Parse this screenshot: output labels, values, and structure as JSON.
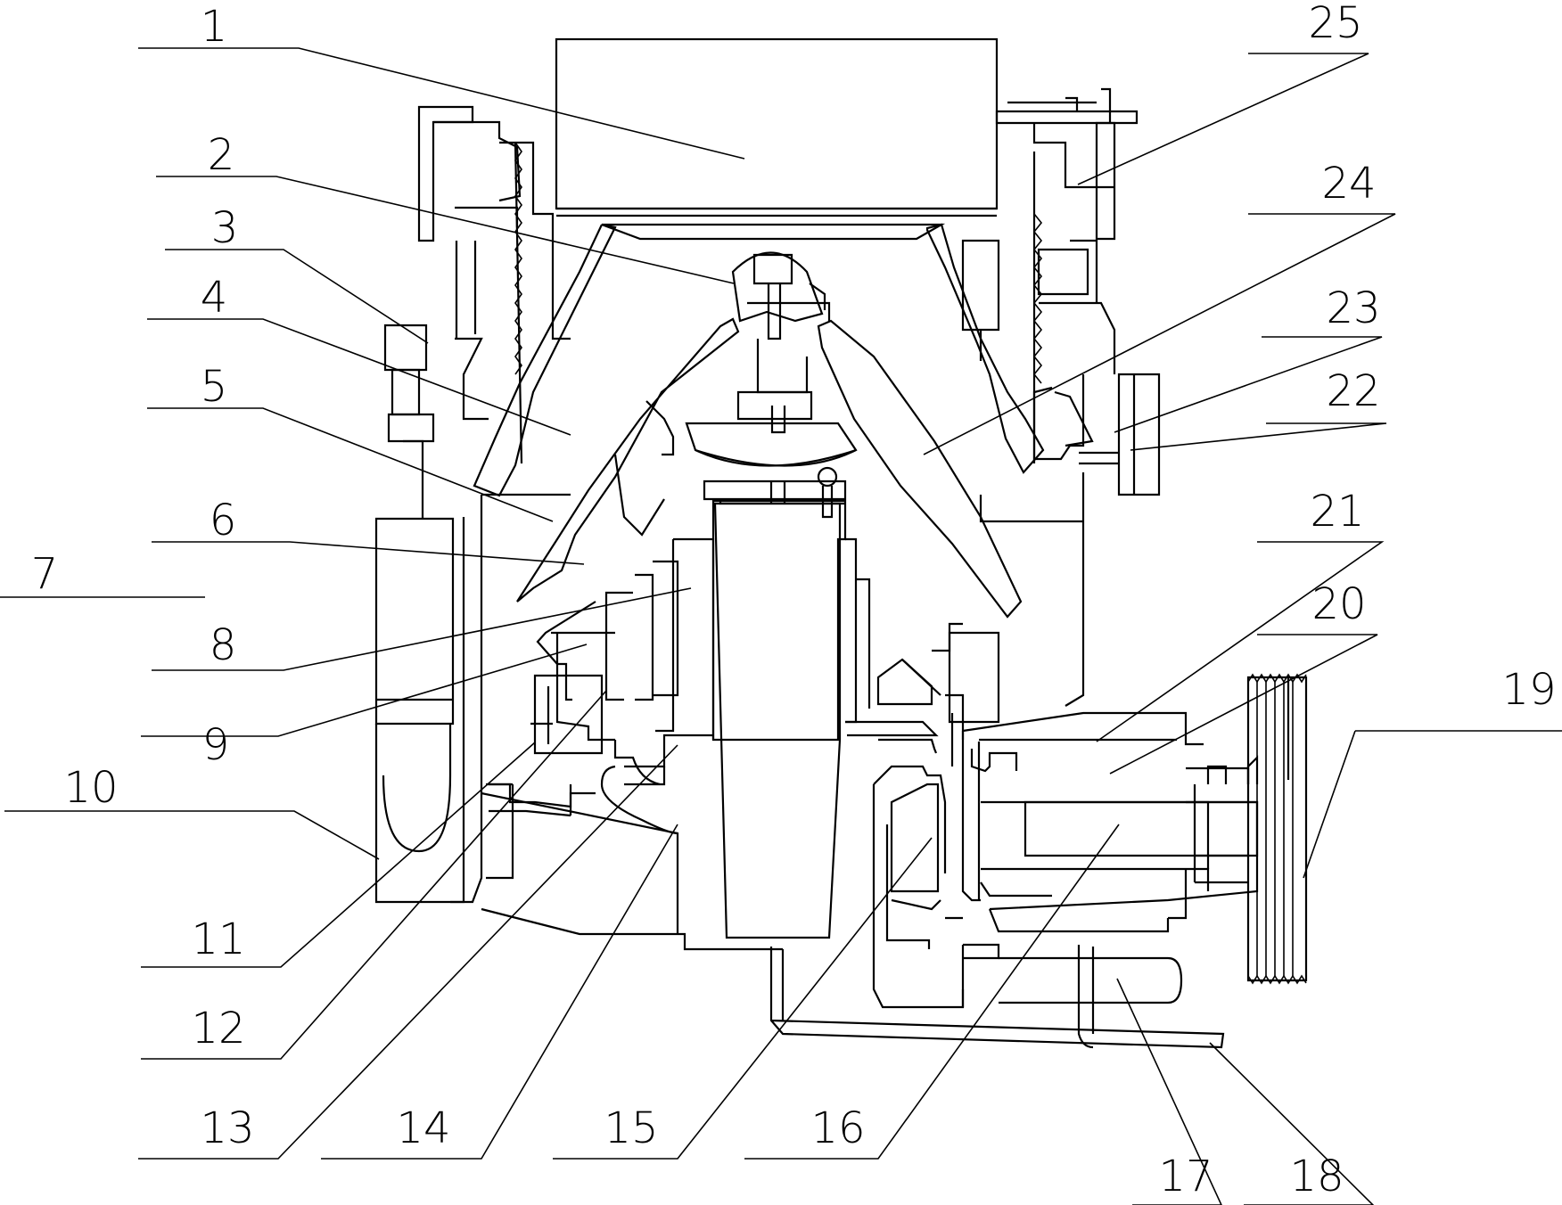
{
  "figure": {
    "labels": [
      "1",
      "2",
      "3",
      "4",
      "5",
      "6",
      "7",
      "8",
      "9",
      "10",
      "11",
      "12",
      "13",
      "14",
      "15",
      "16",
      "17",
      "18",
      "19",
      "20",
      "21",
      "22",
      "23",
      "24",
      "25"
    ]
  }
}
